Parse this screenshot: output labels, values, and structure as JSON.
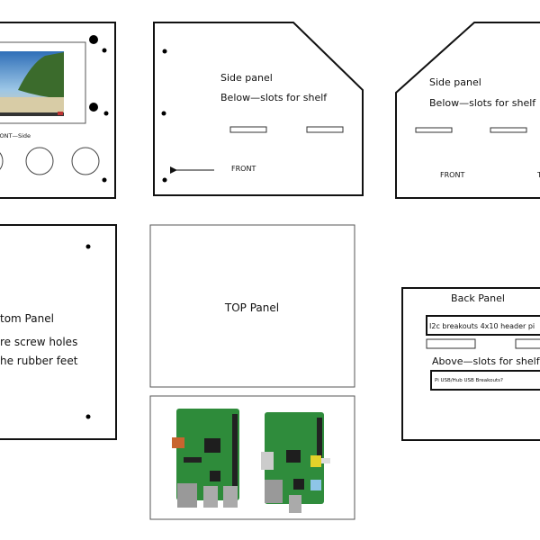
{
  "front_panel": {
    "label": "FRONT—Side"
  },
  "side_panel_left": {
    "title": "Side panel",
    "note": "Below—slots for shelf",
    "front_label": "FRONT"
  },
  "side_panel_right": {
    "title": "Side panel",
    "note": "Below—slots for shelf",
    "front_label": "FRONT",
    "clipped_label": "T"
  },
  "bottom_panel": {
    "title": "tom Panel",
    "line1": "re screw holes",
    "line2": "he rubber feet"
  },
  "top_panel": {
    "title": "TOP Panel"
  },
  "back_panel": {
    "title": "Back Panel",
    "header_box": "I2c breakouts  4x10  header pi",
    "note": "Above—slots for shelf",
    "usb_box": "Pi USB/Hub USB Breakouts?"
  },
  "colors": {
    "outline": "#111111",
    "pcb_green": "#2e8b3a",
    "screen_sky": "#3f7fc4",
    "sand": "#d9cfae"
  }
}
